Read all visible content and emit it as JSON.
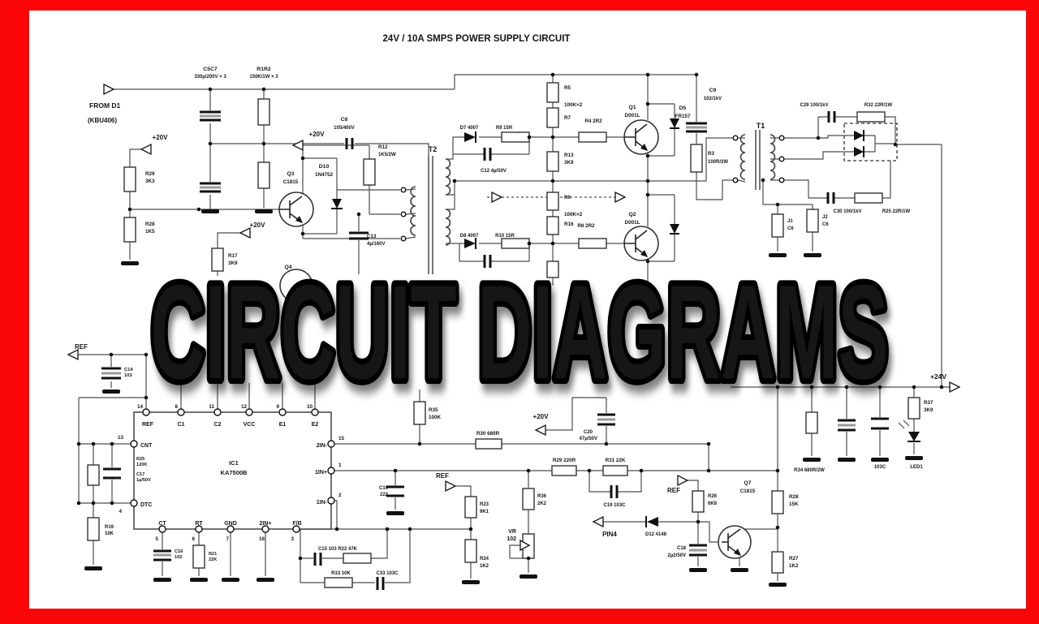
{
  "frame": {
    "color": "#fb0606"
  },
  "title": "24V / 10A SMPS POWER SUPPLY CIRCUIT",
  "overlay": {
    "text": "CIRCUIT DIAGRAMS",
    "gradient_top": "#f0fff0",
    "gradient_mid": "#8eef9a",
    "gradient_bottom": "#27dc46",
    "outline": "#000000"
  },
  "schematic": {
    "labels": [
      [
        "FROM D1",
        110,
        133,
        8.5,
        "s"
      ],
      [
        "(KBU406)",
        108,
        151,
        8,
        "s"
      ],
      [
        "C5C7",
        259,
        87,
        6.8,
        "m"
      ],
      [
        "330µ/200V × 3",
        259,
        96,
        6,
        "m"
      ],
      [
        "R1R2",
        325,
        87,
        6.8,
        "m"
      ],
      [
        "150K/1W × 3",
        325,
        96,
        6,
        "m"
      ],
      [
        "C8",
        424,
        149,
        6.8,
        "m"
      ],
      [
        "105/400V",
        424,
        159,
        6,
        "m"
      ],
      [
        "+20V",
        197,
        172,
        8,
        "m"
      ],
      [
        "R29",
        179,
        216,
        6.3,
        "s"
      ],
      [
        "3K3",
        179,
        225,
        6.3,
        "s"
      ],
      [
        "R28",
        179,
        278,
        6.3,
        "s"
      ],
      [
        "1K5",
        179,
        287,
        6.3,
        "s"
      ],
      [
        "+20V",
        390,
        168,
        8,
        "m"
      ],
      [
        "R12",
        466,
        183,
        6.3,
        "s"
      ],
      [
        "1K5/2W",
        466,
        192,
        6,
        "s"
      ],
      [
        "T2",
        533,
        187,
        9,
        "m"
      ],
      [
        "Q3",
        358,
        216,
        6.8,
        "m"
      ],
      [
        "C1815",
        358,
        226,
        6.3,
        "m"
      ],
      [
        "D10",
        399,
        207,
        6.8,
        "m"
      ],
      [
        "1N4752",
        399,
        217,
        6.3,
        "m"
      ],
      [
        "+20V",
        317,
        280,
        8,
        "m"
      ],
      [
        "R17",
        281,
        317,
        6.3,
        "s"
      ],
      [
        "3K9",
        281,
        326,
        6.3,
        "s"
      ],
      [
        "Q4",
        355,
        331,
        6.8,
        "m"
      ],
      [
        "C13",
        452,
        293,
        6.3,
        "s"
      ],
      [
        "4µ/160V",
        452,
        302,
        6,
        "s"
      ],
      [
        "D7 4007",
        578,
        159,
        6,
        "m"
      ],
      [
        "R9 15R",
        621,
        159,
        6,
        "m"
      ],
      [
        "C12 4µ/50V",
        608,
        212,
        6,
        "m"
      ],
      [
        "D8 4007",
        578,
        292,
        6,
        "m"
      ],
      [
        "R10 15R",
        622,
        292,
        6,
        "m"
      ],
      [
        "R5",
        695,
        110,
        6.3,
        "s"
      ],
      [
        "100K×2",
        695,
        131,
        6.3,
        "s"
      ],
      [
        "R7",
        695,
        147,
        6.3,
        "s"
      ],
      [
        "R4 2R2",
        731,
        151,
        6.3,
        "m"
      ],
      [
        "Q1",
        779,
        134,
        6.8,
        "m"
      ],
      [
        "D001L",
        779,
        144,
        6.3,
        "m"
      ],
      [
        "R13",
        695,
        193,
        6.3,
        "s"
      ],
      [
        "3K9",
        695,
        202,
        6.3,
        "s"
      ],
      [
        "R6",
        695,
        245,
        6.3,
        "s"
      ],
      [
        "100K×2",
        695,
        266,
        6.3,
        "s"
      ],
      [
        "R16",
        695,
        278,
        6.3,
        "s"
      ],
      [
        "R8 2R2",
        722,
        280,
        6.3,
        "m"
      ],
      [
        "Q2",
        779,
        266,
        6.8,
        "m"
      ],
      [
        "D001L",
        779,
        276,
        6.3,
        "m"
      ],
      [
        "D5",
        841,
        135,
        6.8,
        "m"
      ],
      [
        "FR157",
        841,
        145,
        6.3,
        "m"
      ],
      [
        "C9",
        878,
        113,
        6.8,
        "m"
      ],
      [
        "102/1kV",
        878,
        123,
        6,
        "m"
      ],
      [
        "R3",
        872,
        191,
        6.3,
        "s"
      ],
      [
        "100R/2W",
        872,
        201,
        6,
        "s"
      ],
      [
        "T1",
        937,
        158,
        9,
        "m"
      ],
      [
        "C29 100/1kV",
        1003,
        131,
        6,
        "m"
      ],
      [
        "R32 22R/1W",
        1082,
        131,
        6,
        "m"
      ],
      [
        "C30 100/1kV",
        1044,
        262,
        6,
        "m"
      ],
      [
        "R25 22R/1W",
        1104,
        262,
        6,
        "m"
      ],
      [
        "J1",
        970,
        274,
        6,
        "s"
      ],
      [
        "C6",
        970,
        283,
        6,
        "s"
      ],
      [
        "J2",
        1013,
        269,
        6,
        "s"
      ],
      [
        "C6",
        1013,
        278,
        6,
        "s"
      ],
      [
        "REF",
        100,
        430,
        8,
        "m"
      ],
      [
        "C14",
        153,
        457,
        5.8,
        "s"
      ],
      [
        "103",
        153,
        464,
        5.8,
        "s"
      ],
      [
        "14",
        176,
        503,
        6.3,
        "e"
      ],
      [
        "8",
        219,
        503,
        6.3,
        "e"
      ],
      [
        "11",
        264,
        503,
        6.3,
        "e"
      ],
      [
        "12",
        304,
        503,
        6.3,
        "e"
      ],
      [
        "9",
        344,
        503,
        6.3,
        "e"
      ],
      [
        "10",
        385,
        503,
        6.3,
        "e"
      ],
      [
        "REF",
        182,
        525,
        7,
        "m"
      ],
      [
        "C1",
        223,
        525,
        7,
        "m"
      ],
      [
        "C2",
        268,
        525,
        7,
        "m"
      ],
      [
        "VCC",
        307,
        525,
        7,
        "m"
      ],
      [
        "E1",
        348,
        525,
        7,
        "m"
      ],
      [
        "E2",
        388,
        525,
        7,
        "m"
      ],
      [
        "13",
        152,
        541,
        6.3,
        "e"
      ],
      [
        "CNT",
        173,
        551,
        7,
        "s"
      ],
      [
        "R25",
        168,
        567,
        5.6,
        "s"
      ],
      [
        "120K",
        168,
        574,
        5.6,
        "s"
      ],
      [
        "C17",
        168,
        586,
        5.6,
        "s"
      ],
      [
        "1µ/50V",
        168,
        593,
        5.6,
        "s"
      ],
      [
        "DTC",
        173,
        624,
        7,
        "s"
      ],
      [
        "4",
        150,
        632,
        6.3,
        "e"
      ],
      [
        "R19",
        129,
        651,
        6,
        "s"
      ],
      [
        "10K",
        129,
        659,
        6,
        "s"
      ],
      [
        "IC1",
        288,
        573,
        7.5,
        "m"
      ],
      [
        "KA7500B",
        288,
        585,
        7.5,
        "m"
      ],
      [
        "CT",
        200,
        647,
        7,
        "m"
      ],
      [
        "RT",
        245,
        647,
        7,
        "m"
      ],
      [
        "GND",
        284,
        647,
        7,
        "m"
      ],
      [
        "2IN+",
        327,
        647,
        7,
        "m"
      ],
      [
        "F/B",
        366,
        647,
        7,
        "m"
      ],
      [
        "5",
        195,
        666,
        6.3,
        "e"
      ],
      [
        "6",
        240,
        666,
        6.3,
        "e"
      ],
      [
        "7",
        282,
        666,
        6.3,
        "e"
      ],
      [
        "16",
        326,
        666,
        6.3,
        "e"
      ],
      [
        "3",
        362,
        666,
        6.3,
        "e"
      ],
      [
        "2IN-",
        403,
        551,
        7,
        "e"
      ],
      [
        "15",
        417,
        542,
        6.3,
        "s"
      ],
      [
        "1IN+",
        403,
        584,
        7,
        "e"
      ],
      [
        "1",
        417,
        575,
        6.3,
        "s"
      ],
      [
        "1IN-",
        403,
        621,
        7,
        "e"
      ],
      [
        "2",
        417,
        612,
        6.3,
        "s"
      ],
      [
        "C16",
        215,
        681,
        5.6,
        "s"
      ],
      [
        "102",
        215,
        688,
        5.6,
        "s"
      ],
      [
        "R21",
        257,
        684,
        5.6,
        "s"
      ],
      [
        "22K",
        257,
        691,
        5.6,
        "s"
      ],
      [
        "C15 103 R22 47K",
        416,
        678,
        6,
        "m"
      ],
      [
        "R33 10K",
        420,
        708,
        6,
        "m"
      ],
      [
        "C33 103C",
        477,
        708,
        6,
        "m"
      ],
      [
        "R35",
        528,
        507,
        6.3,
        "s"
      ],
      [
        "100K",
        528,
        516,
        6.3,
        "s"
      ],
      [
        "R30 680R",
        601,
        536,
        6.3,
        "m"
      ],
      [
        "+20V",
        666,
        516,
        8,
        "m"
      ],
      [
        "C20",
        730,
        534,
        6,
        "e"
      ],
      [
        "47µ/50V",
        736,
        542,
        6,
        "e"
      ],
      [
        "R29 220R",
        695,
        569,
        6.3,
        "m"
      ],
      [
        "R31 22K",
        758,
        569,
        6.3,
        "m"
      ],
      [
        "C19",
        478,
        603,
        6,
        "e"
      ],
      [
        "222",
        478,
        611,
        6,
        "e"
      ],
      [
        "REF",
        545,
        589,
        8,
        "m"
      ],
      [
        "R23",
        591,
        623,
        6,
        "s"
      ],
      [
        "9K1",
        591,
        632,
        6,
        "s"
      ],
      [
        "R36",
        662,
        613,
        6,
        "s"
      ],
      [
        "2K2",
        662,
        622,
        6,
        "s"
      ],
      [
        "VR",
        636,
        657,
        7,
        "e"
      ],
      [
        "102",
        636,
        666,
        7,
        "e"
      ],
      [
        "R24",
        591,
        690,
        6,
        "s"
      ],
      [
        "1K2",
        591,
        699,
        6,
        "s"
      ],
      [
        "C19 103C",
        757,
        624,
        6,
        "m"
      ],
      [
        "PIN4",
        751,
        661,
        8,
        "m"
      ],
      [
        "D12 4148",
        808,
        660,
        6,
        "m"
      ],
      [
        "REF",
        830,
        607,
        8,
        "m"
      ],
      [
        "R26",
        872,
        613,
        6,
        "s"
      ],
      [
        "6K8",
        872,
        622,
        6,
        "s"
      ],
      [
        "Q7",
        921,
        597,
        6.8,
        "m"
      ],
      [
        "C1815",
        921,
        607,
        6.3,
        "m"
      ],
      [
        "C18",
        845,
        677,
        6,
        "e"
      ],
      [
        "2µ2/50V",
        845,
        686,
        6,
        "e"
      ],
      [
        "R34 680R/2W",
        997,
        581,
        6,
        "m"
      ],
      [
        "R28",
        972,
        614,
        6.3,
        "s"
      ],
      [
        "15K",
        972,
        623,
        6.3,
        "s"
      ],
      [
        "R27",
        972,
        690,
        6.3,
        "s"
      ],
      [
        "1K2",
        972,
        699,
        6.3,
        "s"
      ],
      [
        "103C",
        1084,
        577,
        6,
        "m"
      ],
      [
        "LED1",
        1129,
        577,
        6,
        "m"
      ],
      [
        "R37",
        1138,
        498,
        6.3,
        "s"
      ],
      [
        "3K9",
        1138,
        507,
        6.3,
        "s"
      ],
      [
        "+24V",
        1156,
        467,
        8.5,
        "m"
      ]
    ]
  }
}
